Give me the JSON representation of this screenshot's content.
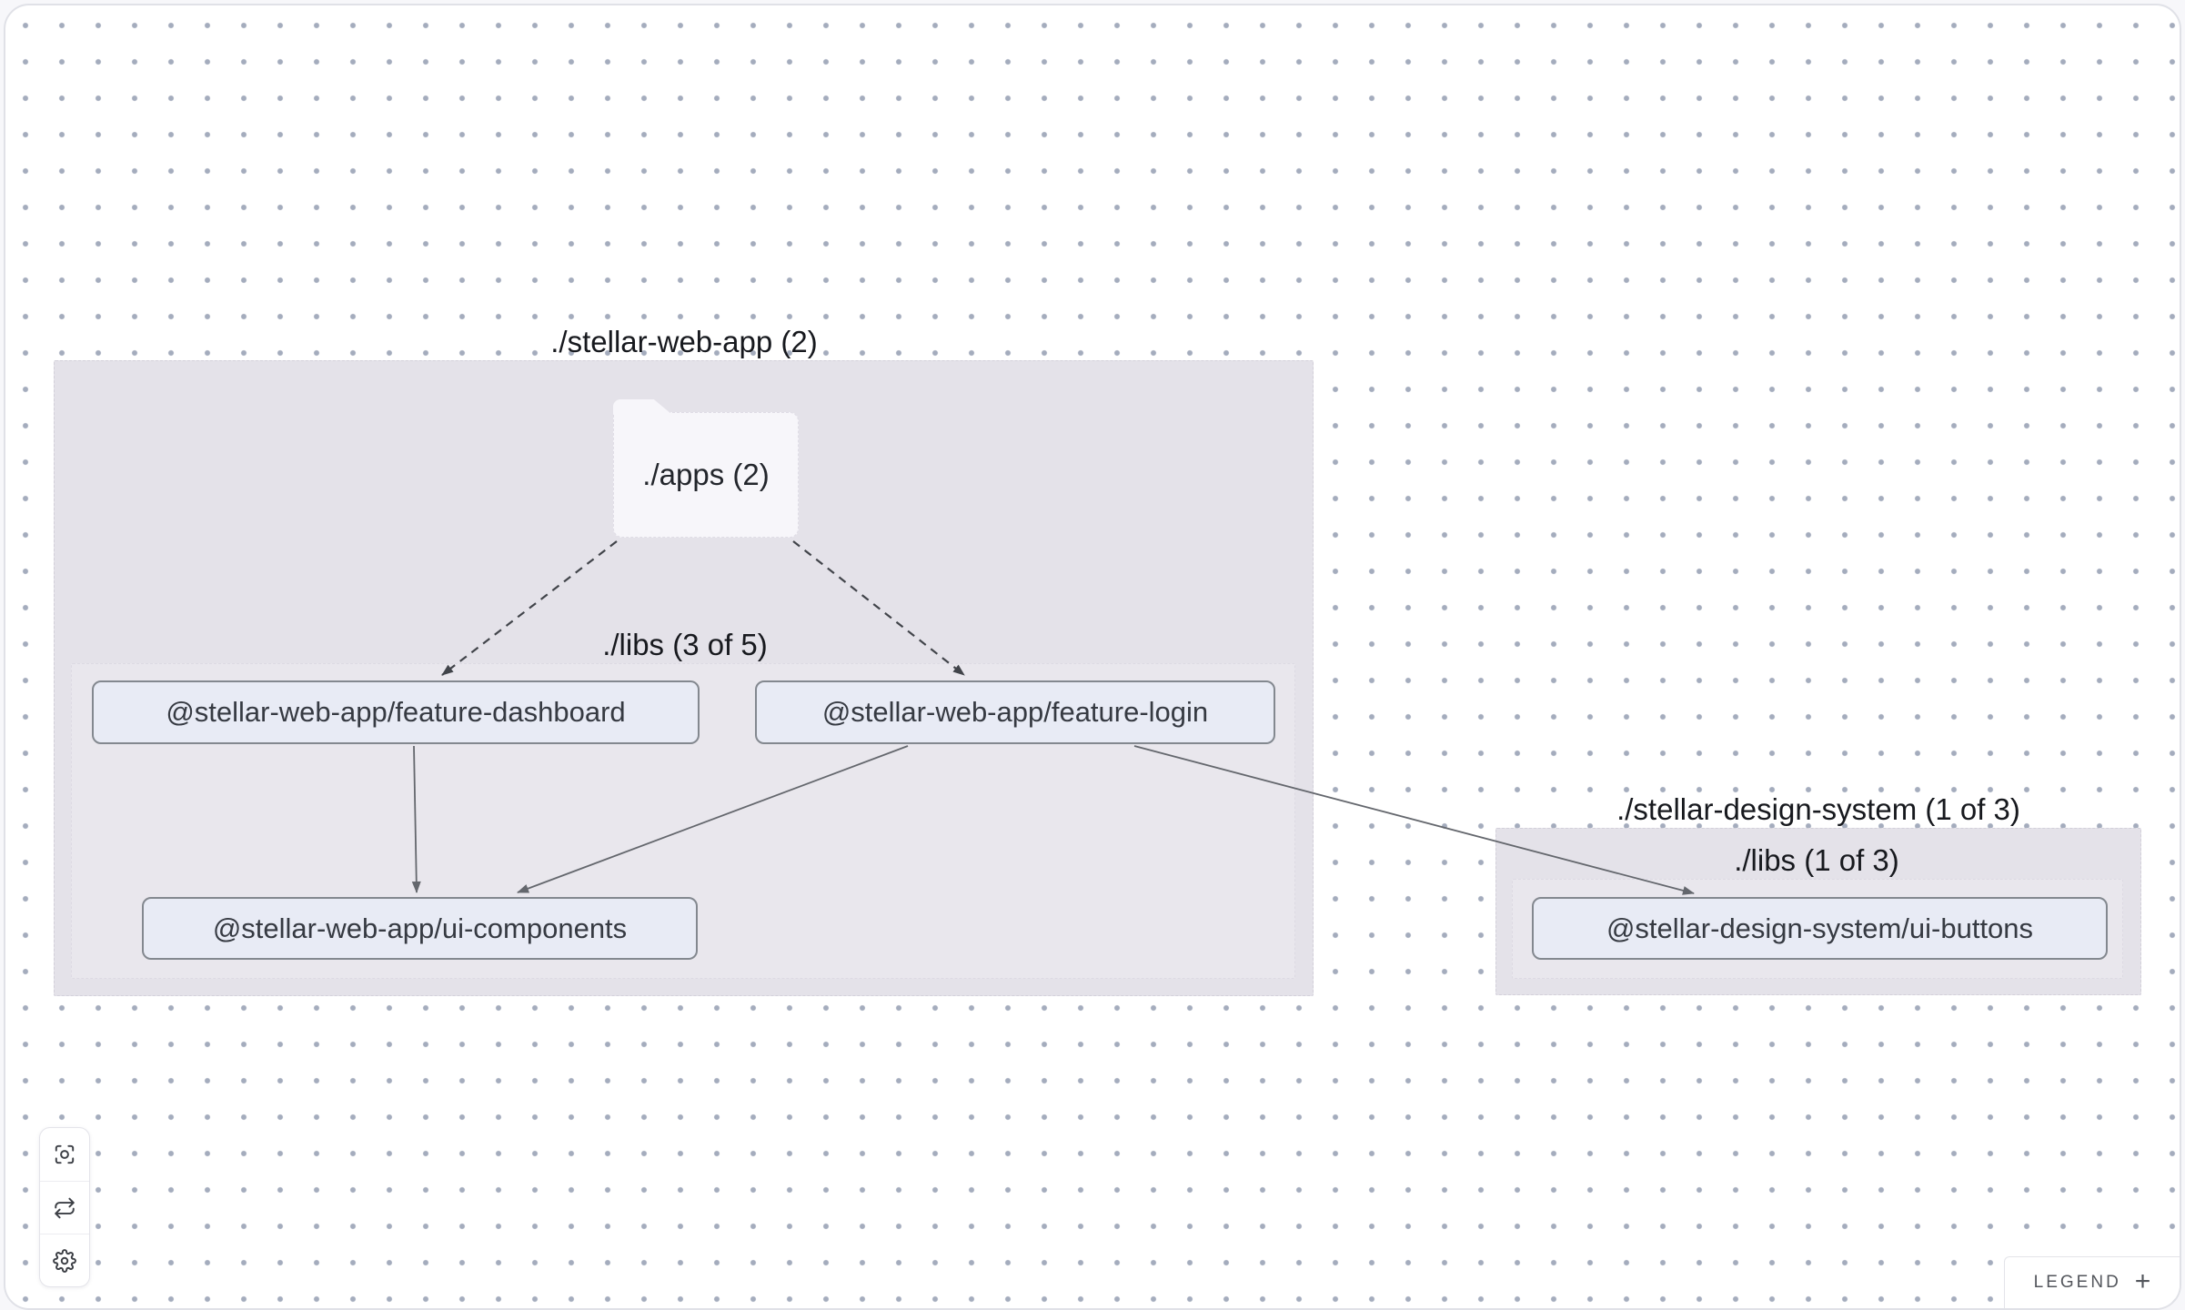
{
  "diagram": {
    "groups": [
      {
        "id": "stellar-web-app",
        "label": "./stellar-web-app (2)"
      },
      {
        "id": "stellar-web-app-libs",
        "label": "./libs (3 of 5)"
      },
      {
        "id": "stellar-design-system",
        "label": "./stellar-design-system (1 of 3)"
      },
      {
        "id": "stellar-design-system-libs",
        "label": "./libs (1 of 3)"
      }
    ],
    "nodes": [
      {
        "id": "apps-folder",
        "type": "folder",
        "label": "./apps (2)"
      },
      {
        "id": "feature-dashboard",
        "type": "project",
        "label": "@stellar-web-app/feature-dashboard"
      },
      {
        "id": "feature-login",
        "type": "project",
        "label": "@stellar-web-app/feature-login"
      },
      {
        "id": "ui-components",
        "type": "project",
        "label": "@stellar-web-app/ui-components"
      },
      {
        "id": "ui-buttons",
        "type": "project",
        "label": "@stellar-design-system/ui-buttons"
      }
    ],
    "edges": [
      {
        "from": "apps-folder",
        "to": "feature-dashboard",
        "style": "dashed"
      },
      {
        "from": "apps-folder",
        "to": "feature-login",
        "style": "dashed"
      },
      {
        "from": "feature-dashboard",
        "to": "ui-components",
        "style": "solid"
      },
      {
        "from": "feature-login",
        "to": "ui-components",
        "style": "solid"
      },
      {
        "from": "feature-login",
        "to": "ui-buttons",
        "style": "solid"
      }
    ]
  },
  "toolbar": {
    "buttons": [
      {
        "name": "center-graph",
        "icon": "focus-icon"
      },
      {
        "name": "refresh-graph",
        "icon": "refresh-icon"
      },
      {
        "name": "graph-settings",
        "icon": "gear-icon"
      }
    ]
  },
  "legend": {
    "label": "LEGEND",
    "expand_symbol": "+"
  },
  "colors": {
    "canvas_bg": "#ffffff",
    "dot_grid": "#a4acbd",
    "group_fill": "#e4e2e9",
    "node_fill": "#e8ebf5",
    "node_border": "#83888f",
    "folder_fill": "#f7f6fa",
    "edge_dashed": "#41444a",
    "edge_solid": "#64676d"
  }
}
